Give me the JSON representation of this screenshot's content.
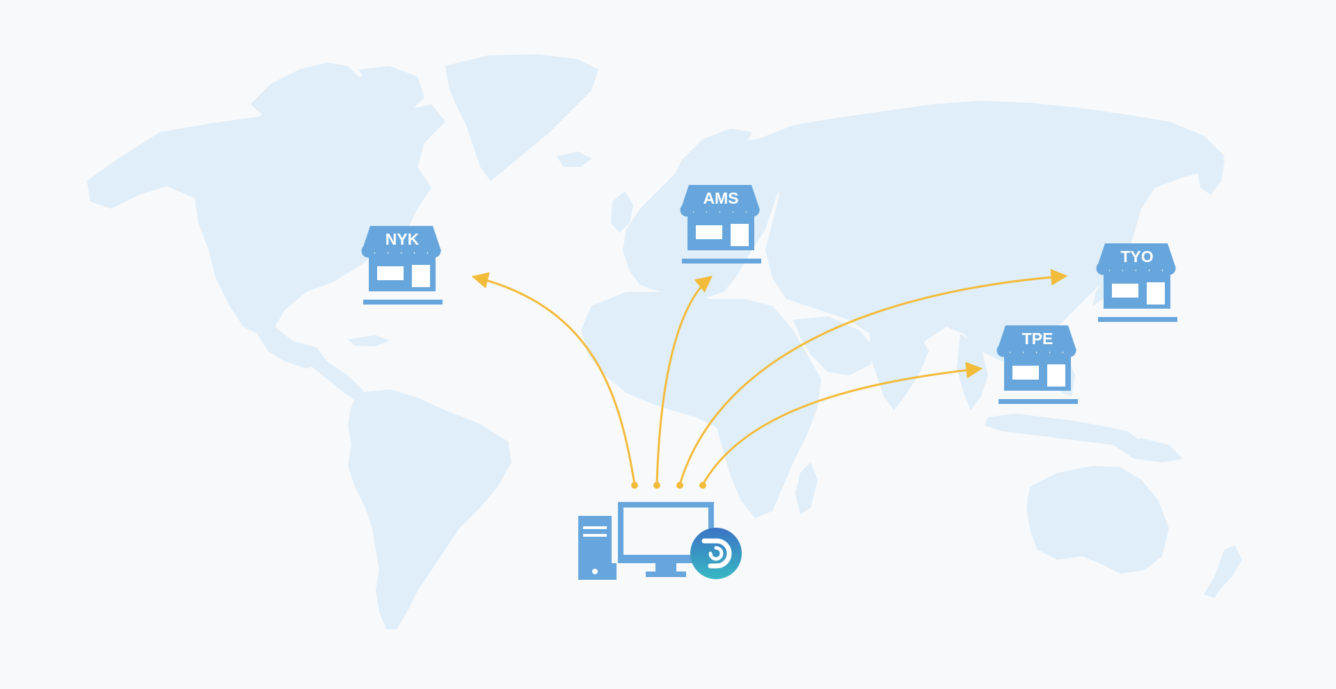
{
  "colors": {
    "land": "#dfeef9",
    "store": "#67a6dc",
    "route": "#f3bb3a",
    "logo_top": "#3a73c4",
    "logo_bottom": "#38b8c3",
    "background": "#f7f9fb"
  },
  "stores": [
    {
      "label": "NYK"
    },
    {
      "label": "AMS"
    },
    {
      "label": "TYO"
    },
    {
      "label": "TPE"
    }
  ],
  "icons": {
    "store": "storefront-icon",
    "computer": "desktop-computer-icon",
    "server": "computer-tower-icon",
    "logo": "brand-logo-icon"
  }
}
